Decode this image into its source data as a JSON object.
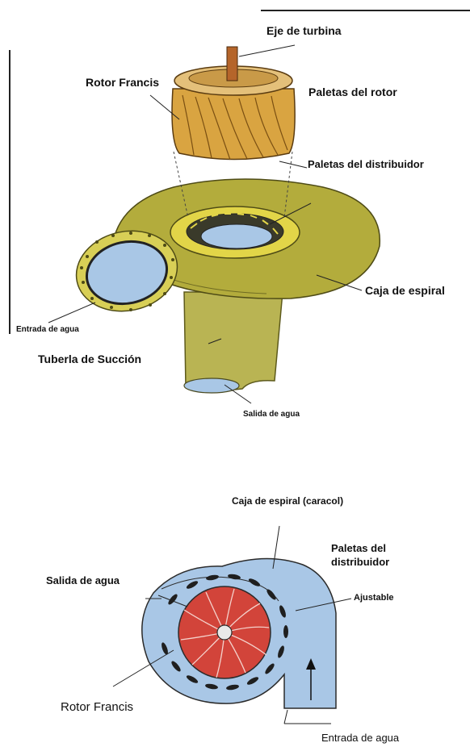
{
  "figure_top": {
    "labels": {
      "turbine_shaft": "Eje de turbina",
      "rotor_francis": "Rotor Francis",
      "rotor_blades": "Paletas del rotor",
      "distributor_blades": "Paletas del distribuidor",
      "spiral_casing": "Caja de espiral",
      "water_inlet": "Entrada de agua",
      "suction_pipe": "Tuberla de Succión",
      "water_outlet": "Salida de agua"
    }
  },
  "figure_bottom": {
    "labels": {
      "spiral_casing": "Caja de espiral (caracol)",
      "distributor_blades_line1": "Paletas del",
      "distributor_blades_line2": "distribuidor",
      "adjustable": "Ajustable",
      "water_outlet": "Salida de agua",
      "rotor_francis": "Rotor Francis",
      "water_inlet": "Entrada de agua"
    }
  },
  "colors": {
    "casing_olive": "#b3ac3c",
    "rotor_orange": "#d9a441",
    "flange_yellow": "#e2d548",
    "water_blue": "#a9c7e6",
    "runner_red": "#d2443a"
  }
}
